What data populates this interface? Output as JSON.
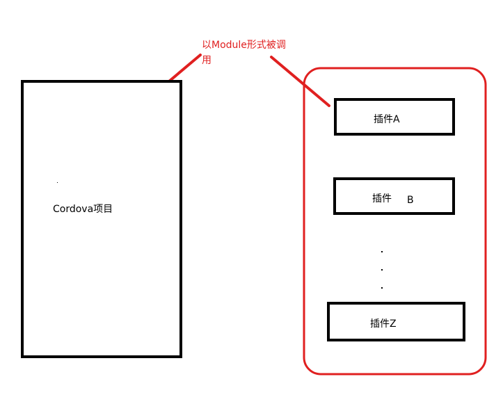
{
  "annotation": {
    "line1": "以Module形式被调",
    "line2": "用",
    "color": "#e02020"
  },
  "project": {
    "label": "Cordova项目"
  },
  "plugins": {
    "a": {
      "label": "插件A"
    },
    "b": {
      "name": "插件",
      "suffix": "B"
    },
    "z": {
      "label": "插件Z"
    }
  },
  "colors": {
    "frame": "#000000",
    "container": "#e02020"
  }
}
